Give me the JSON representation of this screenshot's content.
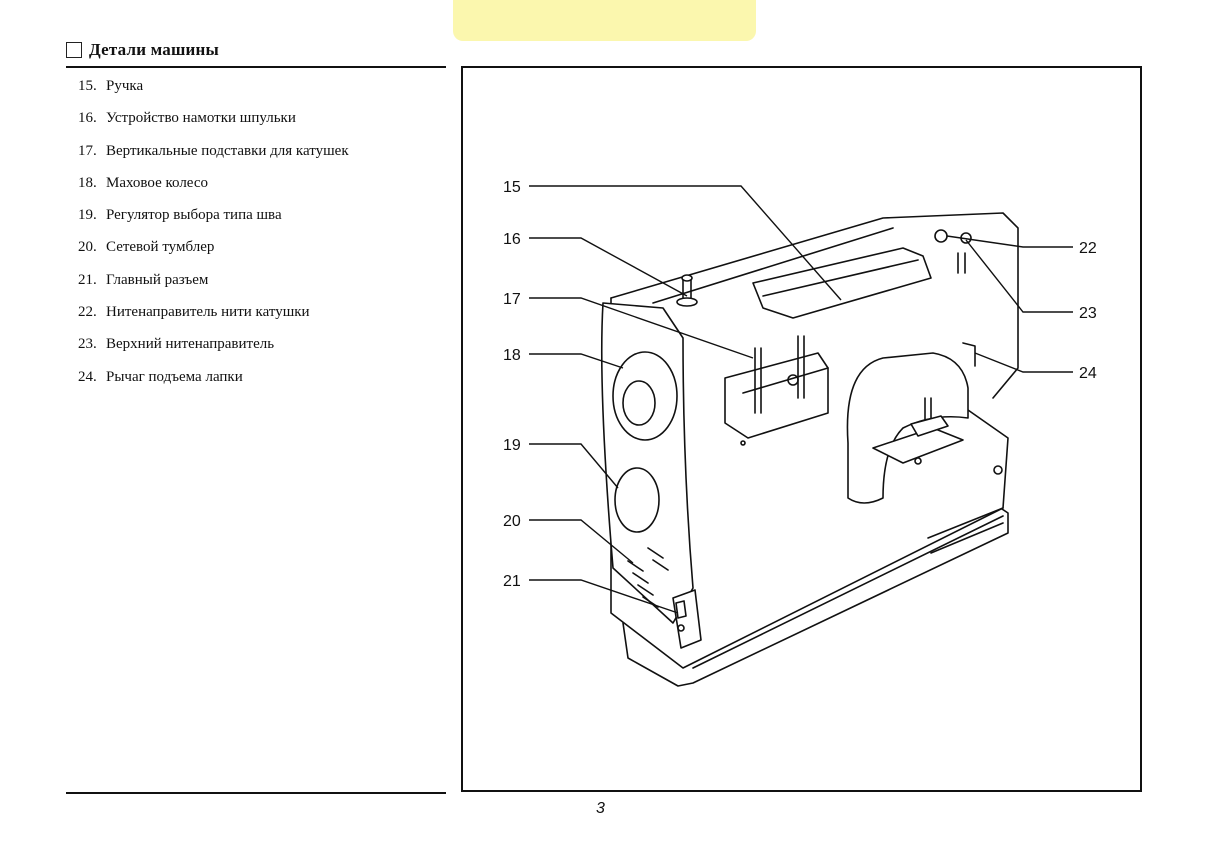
{
  "header": {
    "title": "Детали машины"
  },
  "parts": [
    {
      "num": "15.",
      "label": "Ручка"
    },
    {
      "num": "16.",
      "label": "Устройство намотки шпульки"
    },
    {
      "num": "17.",
      "label": "Вертикальные подставки для катушек"
    },
    {
      "num": "18.",
      "label": "Маховое колесо"
    },
    {
      "num": "19.",
      "label": "Регулятор выбора типа шва"
    },
    {
      "num": "20.",
      "label": "Сетевой тумблер"
    },
    {
      "num": "21.",
      "label": "Главный разъем"
    },
    {
      "num": "22.",
      "label": "Нитенаправитель нити катушки"
    },
    {
      "num": "23.",
      "label": "Верхний нитенаправитель"
    },
    {
      "num": "24.",
      "label": "Рычаг подъема лапки"
    }
  ],
  "diagram": {
    "callouts": [
      "15",
      "16",
      "17",
      "18",
      "19",
      "20",
      "21",
      "22",
      "23",
      "24"
    ]
  },
  "footer": {
    "page_number": "3"
  }
}
